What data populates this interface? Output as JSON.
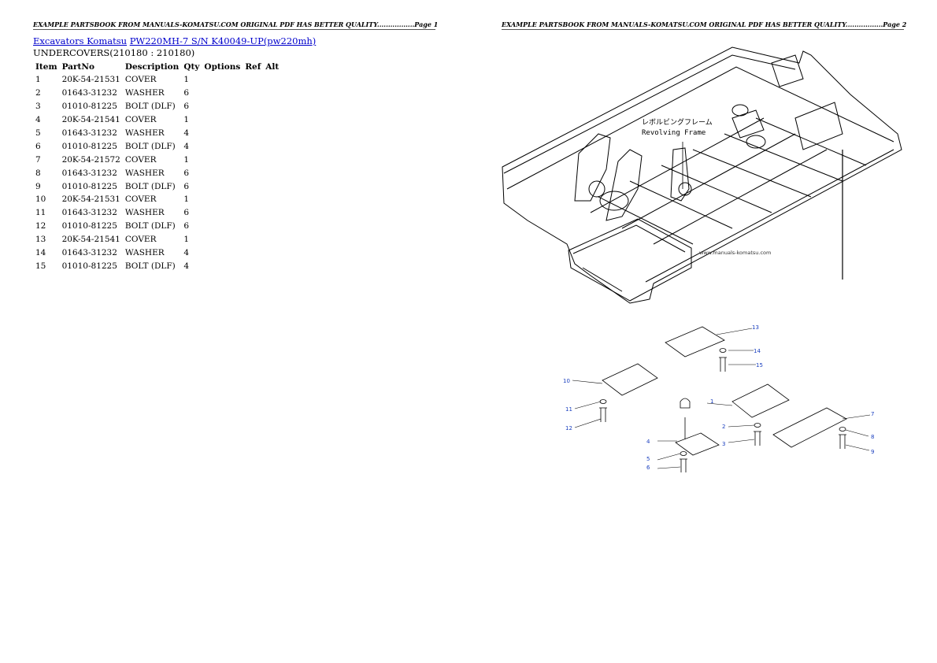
{
  "header": {
    "page1": "EXAMPLE PARTSBOOK FROM MANUALS-KOMATSU.COM ORIGINAL PDF HAS BETTER QUALITY.................Page 1",
    "page2": "EXAMPLE PARTSBOOK FROM MANUALS-KOMATSU.COM ORIGINAL PDF HAS BETTER QUALITY.................Page 2"
  },
  "breadcrumb": {
    "category": "Excavators Komatsu",
    "model": "PW220MH-7 S/N K40049-UP(pw220mh)"
  },
  "section_title": "UNDERCOVERS(210180 : 210180)",
  "table": {
    "headers": [
      "Item",
      "PartNo",
      "Description",
      "Qty",
      "Options",
      "Ref",
      "Alt"
    ],
    "rows": [
      [
        "1",
        "20K-54-21531",
        "COVER",
        "1"
      ],
      [
        "2",
        "01643-31232",
        "WASHER",
        "6"
      ],
      [
        "3",
        "01010-81225",
        "BOLT (DLF)",
        "6"
      ],
      [
        "4",
        "20K-54-21541",
        "COVER",
        "1"
      ],
      [
        "5",
        "01643-31232",
        "WASHER",
        "4"
      ],
      [
        "6",
        "01010-81225",
        "BOLT (DLF)",
        "4"
      ],
      [
        "7",
        "20K-54-21572",
        "COVER",
        "1"
      ],
      [
        "8",
        "01643-31232",
        "WASHER",
        "6"
      ],
      [
        "9",
        "01010-81225",
        "BOLT (DLF)",
        "6"
      ],
      [
        "10",
        "20K-54-21531",
        "COVER",
        "1"
      ],
      [
        "11",
        "01643-31232",
        "WASHER",
        "6"
      ],
      [
        "12",
        "01010-81225",
        "BOLT (DLF)",
        "6"
      ],
      [
        "13",
        "20K-54-21541",
        "COVER",
        "1"
      ],
      [
        "14",
        "01643-31232",
        "WASHER",
        "4"
      ],
      [
        "15",
        "01010-81225",
        "BOLT (DLF)",
        "4"
      ]
    ]
  },
  "diagram": {
    "frame_label_jp": "レボルビングフレーム",
    "frame_label_en": "Revolving Frame",
    "watermark": "www.manuals-komatsu.com",
    "callouts": [
      "1",
      "2",
      "3",
      "4",
      "5",
      "6",
      "7",
      "8",
      "9",
      "10",
      "11",
      "12",
      "13",
      "14",
      "15"
    ]
  }
}
